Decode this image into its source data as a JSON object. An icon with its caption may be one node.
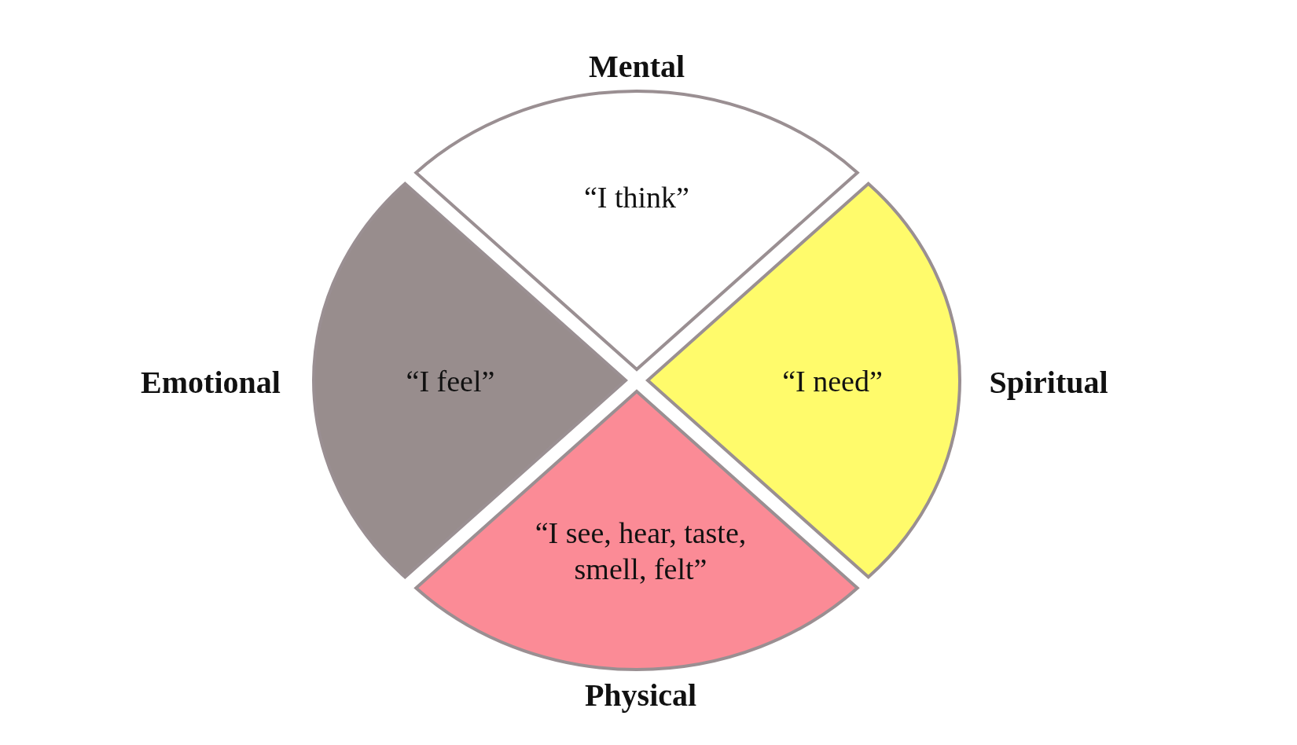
{
  "diagram": {
    "nodes": [
      {
        "text": [
          "Mental",
          "“I think”"
        ]
      },
      {
        "text": [
          "Emotional",
          "“I feel”"
        ]
      },
      {
        "text": [
          "“I need”",
          "Spiritual"
        ]
      },
      {
        "text": [
          "“I see, hear, taste, smell, felt”",
          "Physical"
        ]
      }
    ]
  }
}
